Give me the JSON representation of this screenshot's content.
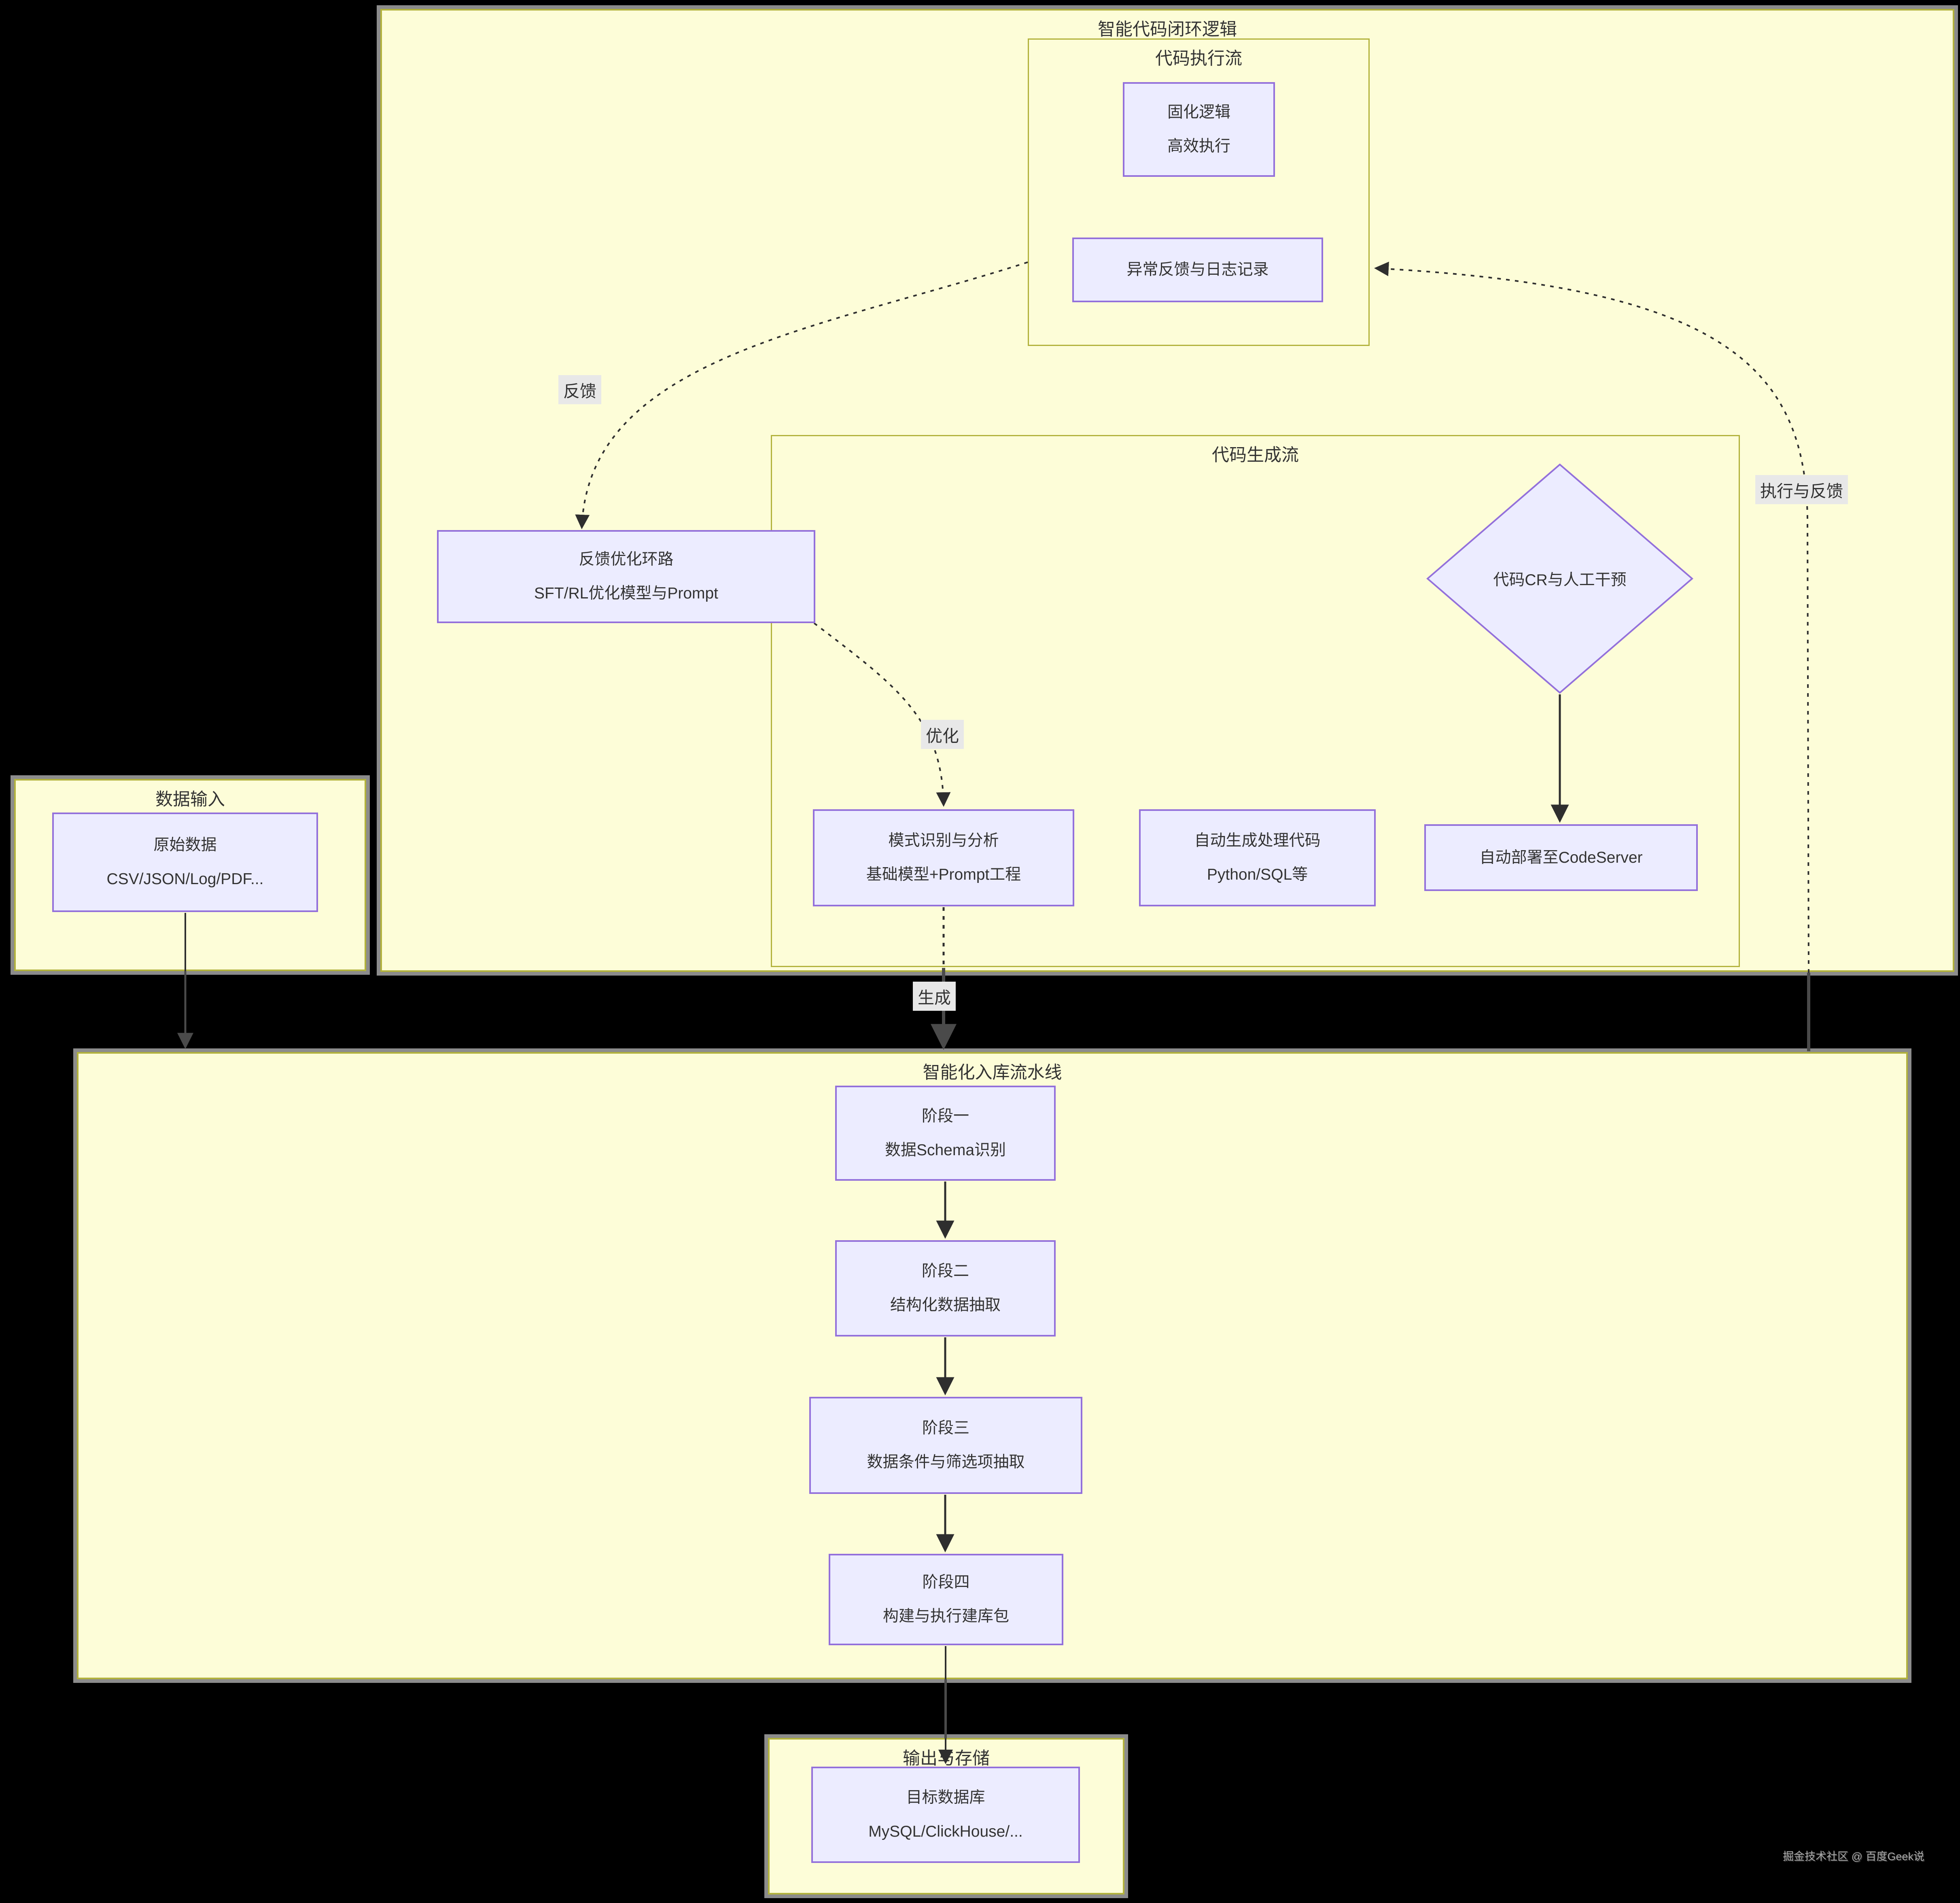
{
  "containers": {
    "closed_loop": {
      "title": "智能代码闭环逻辑"
    },
    "exec_flow": {
      "title": "代码执行流"
    },
    "gen_flow": {
      "title": "代码生成流"
    },
    "data_input": {
      "title": "数据输入"
    },
    "pipeline": {
      "title": "智能化入库流水线"
    },
    "output": {
      "title": "输出与存储"
    }
  },
  "nodes": {
    "solidified": {
      "line1": "固化逻辑",
      "line2": "高效执行"
    },
    "exception_log": {
      "line1": "异常反馈与日志记录"
    },
    "feedback_loop": {
      "line1": "反馈优化环路",
      "line2": "SFT/RL优化模型与Prompt"
    },
    "code_cr": {
      "line1": "代码CR与人工干预"
    },
    "pattern": {
      "line1": "模式识别与分析",
      "line2": "基础模型+Prompt工程"
    },
    "autogen": {
      "line1": "自动生成处理代码",
      "line2": "Python/SQL等"
    },
    "deploy": {
      "line1": "自动部署至CodeServer"
    },
    "raw_data": {
      "line1": "原始数据",
      "line2": "CSV/JSON/Log/PDF..."
    },
    "stage1": {
      "line1": "阶段一",
      "line2": "数据Schema识别"
    },
    "stage2": {
      "line1": "阶段二",
      "line2": "结构化数据抽取"
    },
    "stage3": {
      "line1": "阶段三",
      "line2": "数据条件与筛选项抽取"
    },
    "stage4": {
      "line1": "阶段四",
      "line2": "构建与执行建库包"
    },
    "target_db": {
      "line1": "目标数据库",
      "line2": "MySQL/ClickHouse/..."
    }
  },
  "edge_labels": {
    "feedback": "反馈",
    "optimize": "优化",
    "generate": "生成",
    "exec_feedback": "执行与反馈"
  },
  "watermark": "掘金技术社区 @ 百度Geek说",
  "colors": {
    "background": "#000000",
    "container_fill": "#FDFDD8",
    "container_border": "#B2B23C",
    "node_fill": "#ECECFF",
    "node_border": "#9370DB",
    "text": "#333333",
    "edge": "#2E2E2E",
    "edge_on_black": "#4A4A4A",
    "edge_label_bg": "#E8E8E8",
    "container_shadow": "#8C8C8C",
    "watermark": "#A9A9A9"
  }
}
